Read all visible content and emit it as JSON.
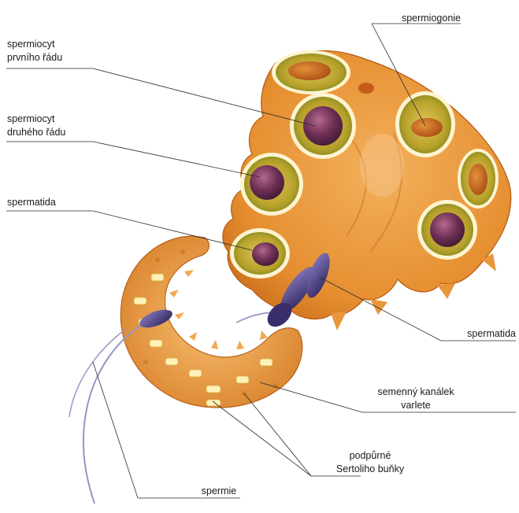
{
  "labels": {
    "spermiogonie": "spermiogonie",
    "spermiocyt1_line1": "spermiocyt",
    "spermiocyt1_line2": "prvního řádu",
    "spermiocyt2_line1": "spermiocyt",
    "spermiocyt2_line2": "druhého řádu",
    "spermatida_left": "spermatida",
    "spermatida_right": "spermatida",
    "kanalek_line1": "semenný kanálek",
    "kanalek_line2": "varlete",
    "sertoli_line1": "podpůrné",
    "sertoli_line2": "Sertoliho buňky",
    "spermie": "spermie"
  },
  "colors": {
    "tissue": "#e99435",
    "tissue_dark": "#c8661a",
    "tubule": "#efa44c",
    "cell_ring": "#fff6dc",
    "cell_body": "#c9ad2c",
    "nucleus": "#6b2f52",
    "sperm_head": "#4a3d7e",
    "leader": "#2a2a2a"
  }
}
